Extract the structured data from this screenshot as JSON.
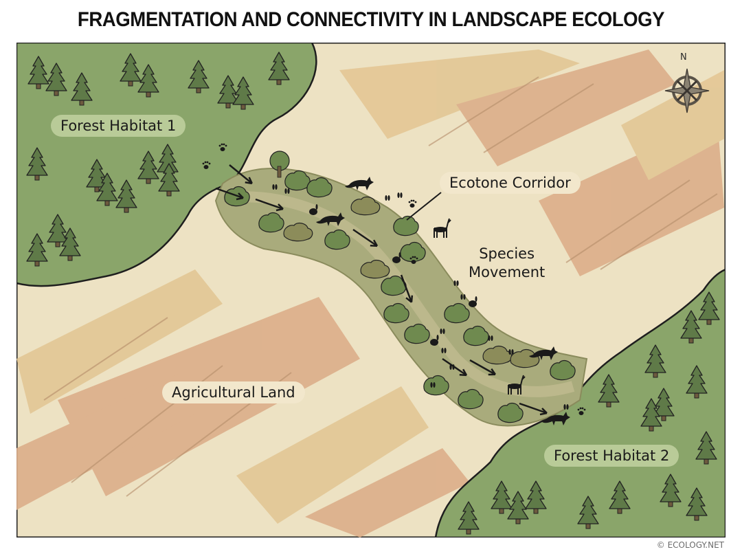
{
  "title": "FRAGMENTATION AND CONNECTIVITY IN LANDSCAPE ECOLOGY",
  "labels": {
    "forest1": "Forest Habitat 1",
    "forest2": "Forest Habitat 2",
    "corridor": "Ecotone Corridor",
    "movement_line1": "Species",
    "movement_line2": "Movement",
    "agriculture": "Agricultural Land"
  },
  "compass": {
    "north_label": "N",
    "icon": "compass-rose-icon"
  },
  "credit": "© ECOLOGY.NET",
  "colors": {
    "forest": "#8aa56a",
    "forest_edge": "#c9b98f",
    "background_land": "#ede2c3",
    "field_pink": "#dcae8a",
    "field_tan": "#e3c795",
    "corridor": "#a9ab7c",
    "tree": "#5f7a48",
    "outline": "#1e1e1e"
  },
  "icons": [
    "pine-tree-icon",
    "shrub-icon",
    "deciduous-tree-icon",
    "fox-icon",
    "deer-icon",
    "rabbit-icon",
    "paw-print-icon",
    "hoof-print-icon",
    "arrow-icon",
    "wheat-icon"
  ]
}
